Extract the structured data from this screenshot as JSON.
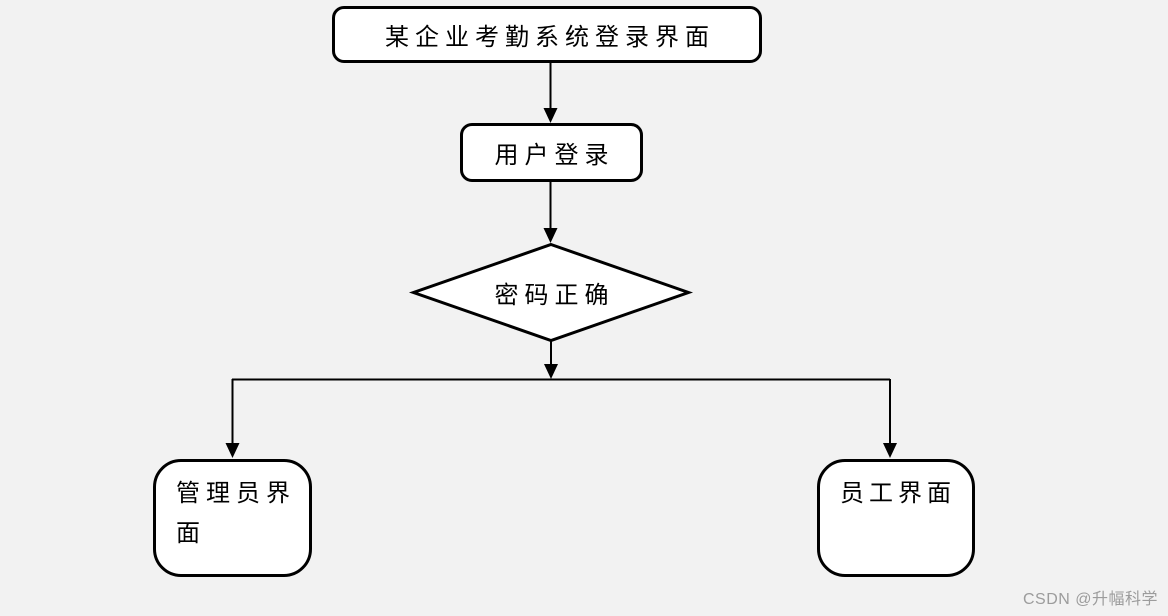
{
  "canvas": {
    "background_color": "#f2f2f2",
    "stroke_color": "#000000",
    "node_fill_color": "#ffffff"
  },
  "flowchart": {
    "nodes": {
      "title": {
        "label": "某企业考勤系统登录界面",
        "shape": "rounded-rect"
      },
      "login": {
        "label": "用户登录",
        "shape": "rounded-rect"
      },
      "decision": {
        "label": "密码正确",
        "shape": "diamond"
      },
      "admin": {
        "label": "管理员界面",
        "shape": "rounded-rect"
      },
      "employee": {
        "label": "员工界面",
        "shape": "rounded-rect"
      }
    },
    "edges": [
      {
        "from": "title",
        "to": "login"
      },
      {
        "from": "login",
        "to": "decision"
      },
      {
        "from": "decision",
        "to": "branch-rail"
      },
      {
        "from": "branch-rail",
        "to": "admin"
      },
      {
        "from": "branch-rail",
        "to": "employee"
      }
    ]
  },
  "watermark": {
    "text": "CSDN @升幅科学",
    "color": "#9c9c9c"
  }
}
